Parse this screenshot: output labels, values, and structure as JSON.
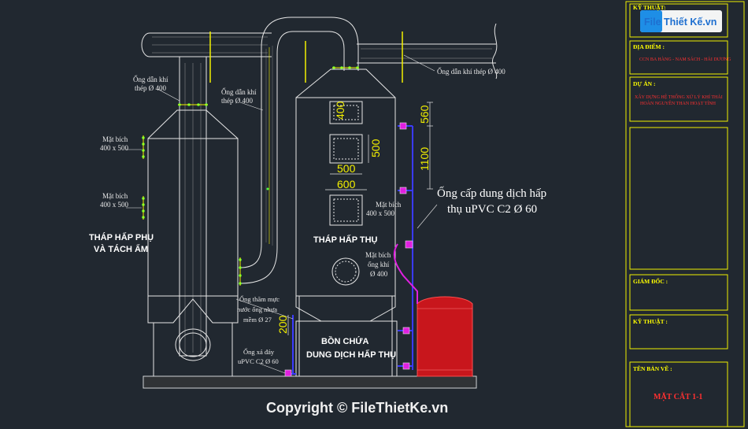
{
  "labels": {
    "duct_left": [
      "Ống dẫn khí",
      "thép Ø 400"
    ],
    "duct_mid": [
      "Ống dẫn khí",
      "thép Ø 400"
    ],
    "duct_right": "Ống dẫn khí thép Ø 400",
    "flange_top": [
      "Mặt bích",
      "400 x 500"
    ],
    "flange_mid": [
      "Mặt bích",
      "400 x 500"
    ],
    "flange_tower": [
      "Mặt bích",
      "400 x 500"
    ],
    "flange_round": [
      "Mặt bích",
      "ống khí",
      "Ø 400"
    ],
    "tower_left": [
      "THÁP HẤP PHỤ",
      "VÀ TÁCH ẨM"
    ],
    "tower_right": "THÁP HẤP THỤ",
    "tank": [
      "BỒN CHỨA",
      "DUNG DỊCH HẤP THỤ"
    ],
    "level_tube": [
      "Ống thăm mực",
      "nước ống nhựa",
      "mềm  Ø 27"
    ],
    "drain": [
      "Ống xả đáy",
      "uPVC C2 Ø 60"
    ],
    "supply": [
      "Ống cấp dung dịch hấp",
      "thụ uPVC C2  Ø 60"
    ]
  },
  "dims": {
    "d400": "400",
    "d500v": "500",
    "d500h": "500",
    "d600": "600",
    "d560": "560",
    "d1100": "1100",
    "d200": "200"
  },
  "title_block": {
    "ky_thuat_top": "KỸ THUẬT:",
    "logo_text": "File Thiết Kế.vn",
    "dia_diem_h": "ĐỊA ĐIỂM :",
    "dia_diem_v": "CCN BA HÀNG - NAM SÁCH - HẢI DƯƠNG",
    "du_an_h": "DỰ ÁN :",
    "du_an_v1": "XÂY DỰNG HỆ THỐNG XỬ LÝ KHÍ THẢI",
    "du_an_v2": "HOÀN NGUYÊN THAN HOẠT TÍNH",
    "giam_doc": "GIÁM ĐỐC :",
    "ky_thuat": "KỸ THUẬT :",
    "ten_ban_ve_h": "TÊN BẢN VẼ :",
    "ten_ban_ve_v": "MẶT CẮT 1-1"
  },
  "watermark": "Copyright © FileThietKe.vn",
  "colors": {
    "background": "#212830",
    "line": "#e6e6e6",
    "dim": "#f3f000",
    "title_block": "#f0f000",
    "pipe_blue": "#3a3aff",
    "pipe_magenta": "#e020e0",
    "tank_red": "#c8161c",
    "flange_green": "#4cff3c"
  }
}
